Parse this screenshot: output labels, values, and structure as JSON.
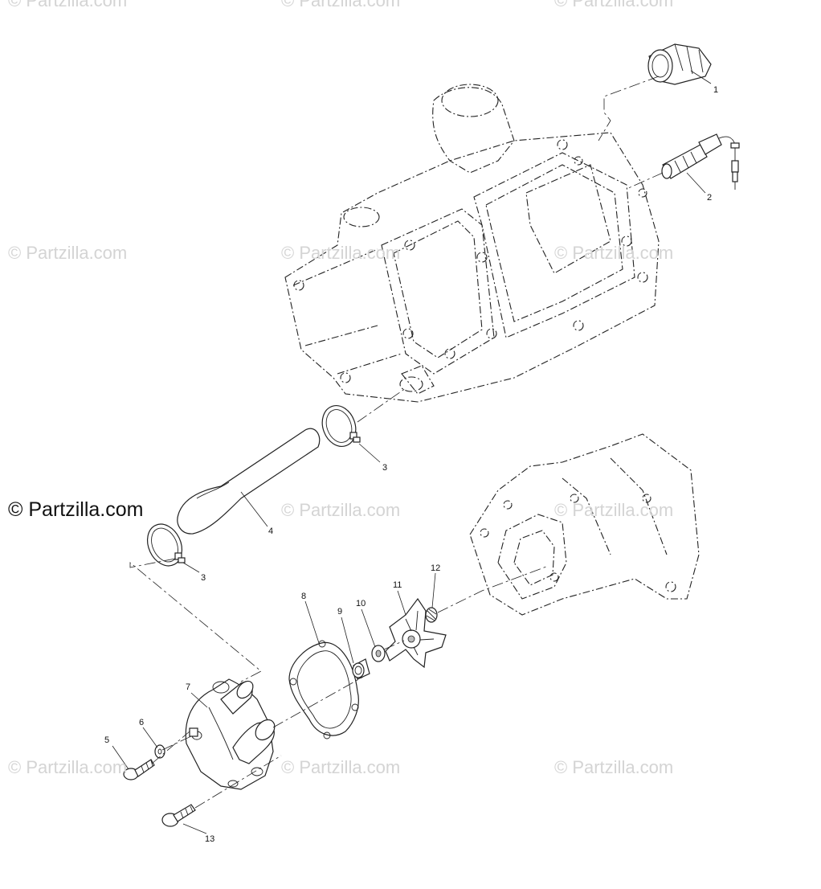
{
  "watermark_text": "© Partzilla.com",
  "brand_text": "© Partzilla.com",
  "callouts": {
    "c1": "1",
    "c2": "2",
    "c3a": "3",
    "c3b": "3",
    "c4": "4",
    "c5": "5",
    "c6": "6",
    "c7": "7",
    "c8": "8",
    "c9": "9",
    "c10": "10",
    "c11": "11",
    "c12": "12",
    "c13": "13"
  }
}
